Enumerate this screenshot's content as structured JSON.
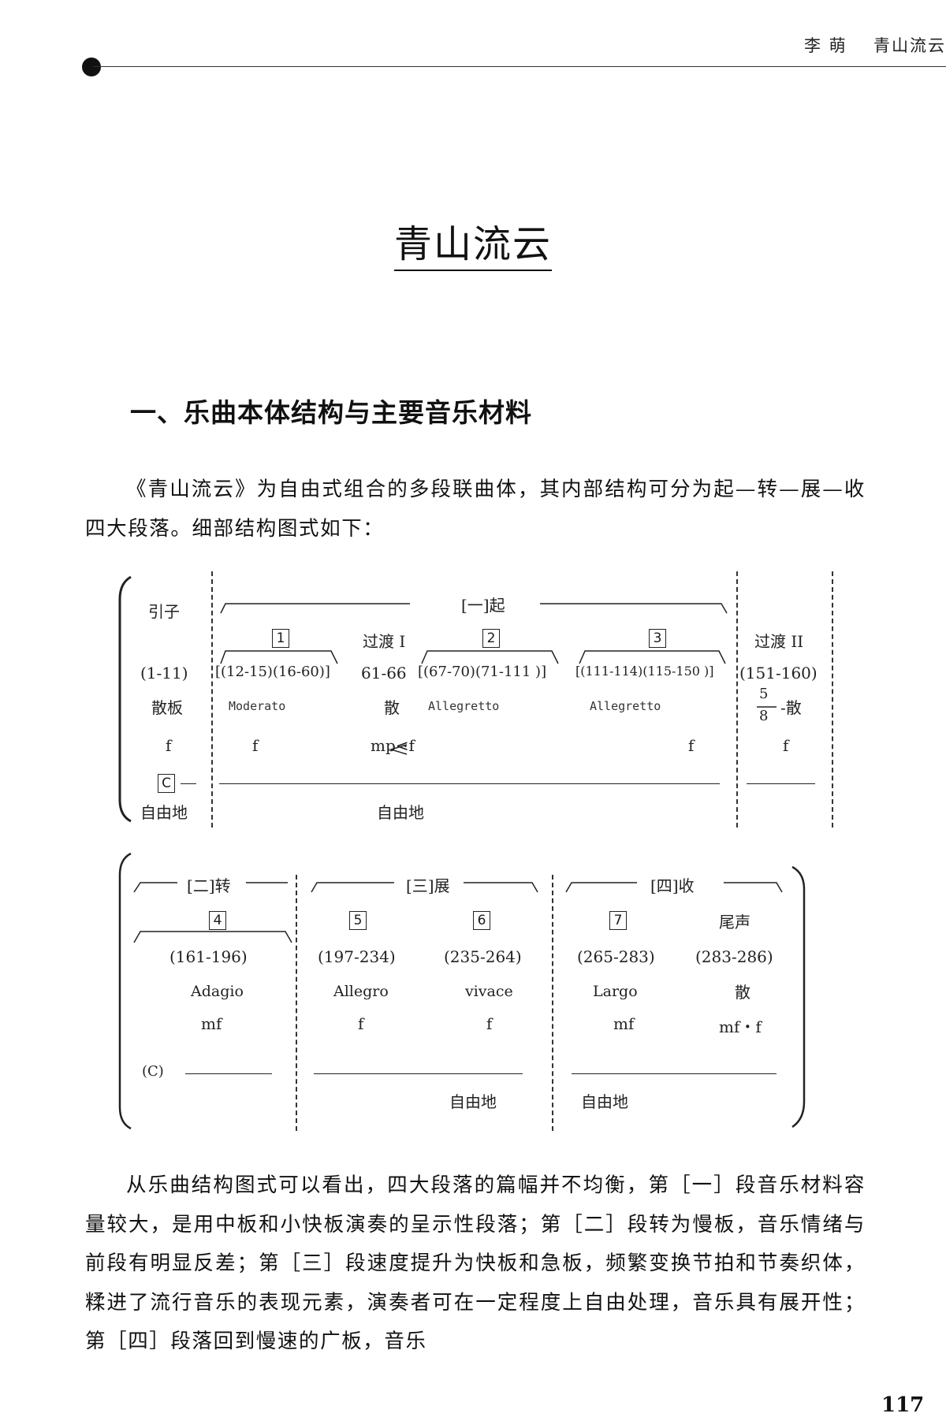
{
  "header": {
    "author": "李 萌",
    "work": "青山流云"
  },
  "title": "青山流云",
  "section_heading": "一、乐曲本体结构与主要音乐材料",
  "intro": "《青山流云》为自由式组合的多段联曲体，其内部结构可分为起—转—展—收四大段落。细部结构图式如下：",
  "diagram1": {
    "intro_label": "引子",
    "intro_bars": "(1-11)",
    "intro_tempo": "散板",
    "intro_dyn": "f",
    "c_box": "C",
    "intro_free": "自由地",
    "section_label": "[一]起",
    "sub1": "1",
    "sub2": "2",
    "sub3": "3",
    "transition1": "过渡 I",
    "transition2": "过渡 II",
    "bars1": "[(12-15)(16-60)]",
    "bars_t1": "61-66",
    "bars2": "[(67-70)(71-111 )]",
    "bars3": "[(111-114)(115-150 )]",
    "bars_t2": "(151-160)",
    "tempo1": "Moderato",
    "tempo_t1": "散",
    "tempo2": "Allegretto",
    "tempo3": "Allegretto",
    "frac_num": "5",
    "frac_den": "8",
    "frac_rest": "-散",
    "dyn1": "f",
    "dyn_t1": "mp⋖f",
    "dyn3": "f",
    "dyn_t2": "f",
    "free": "自由地"
  },
  "diagram2": {
    "sec2_label": "[二]转",
    "sec3_label": "[三]展",
    "sec4_label": "[四]收",
    "sub4": "4",
    "sub5": "5",
    "sub6": "6",
    "sub7": "7",
    "coda": "尾声",
    "bars4": "(161-196)",
    "bars5": "(197-234)",
    "bars6": "(235-264)",
    "bars7": "(265-283)",
    "bars_coda": "(283-286)",
    "tempo4": "Adagio",
    "tempo5": "Allegro",
    "tempo6": "vivace",
    "tempo7": "Largo",
    "tempo_coda": "散",
    "dyn4": "mf",
    "dyn5": "f",
    "dyn6": "f",
    "dyn7": "mf",
    "dyn_coda": "mf・f",
    "c_label": "(C)",
    "free_a": "自由地",
    "free_b": "自由地"
  },
  "body_para": "从乐曲结构图式可以看出，四大段落的篇幅并不均衡，第［一］段音乐材料容量较大，是用中板和小快板演奏的呈示性段落；第［二］段转为慢板，音乐情绪与前段有明显反差；第［三］段速度提升为快板和急板，频繁变换节拍和节奏织体，糅进了流行音乐的表现元素，演奏者可在一定程度上自由处理，音乐具有展开性；第［四］段落回到慢速的广板，音乐",
  "page_number": "117"
}
